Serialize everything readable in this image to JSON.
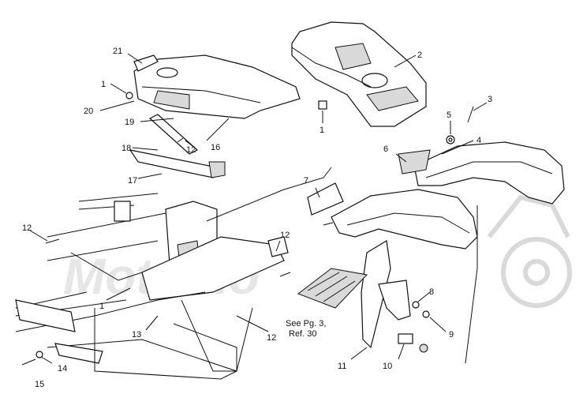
{
  "callouts": [
    "1",
    "2",
    "3",
    "4",
    "5",
    "6",
    "7",
    "8",
    "9",
    "10",
    "11",
    "12",
    "13",
    "14",
    "15",
    "16",
    "17",
    "18",
    "19",
    "20",
    "21"
  ],
  "labels": {
    "n21": "21",
    "n1a": "1",
    "n20": "20",
    "n19": "19",
    "n12a": "12",
    "n18": "18",
    "n16": "16",
    "n17": "17",
    "n1b": "1",
    "n2": "2",
    "n3": "3",
    "n5": "5",
    "n4": "4",
    "n6": "6",
    "n7": "7",
    "n12b": "12",
    "n12c": "12",
    "n1c": "1",
    "n13": "13",
    "n12d": "12",
    "n14": "14",
    "n15": "15",
    "n8": "8",
    "n9": "9",
    "n10": "10",
    "n11": "11"
  },
  "reference_note": {
    "line1": "See Pg. 3,",
    "line2": "Ref. 30"
  },
  "watermark": {
    "text": "Motomo",
    "color": "#e6e6e6"
  }
}
